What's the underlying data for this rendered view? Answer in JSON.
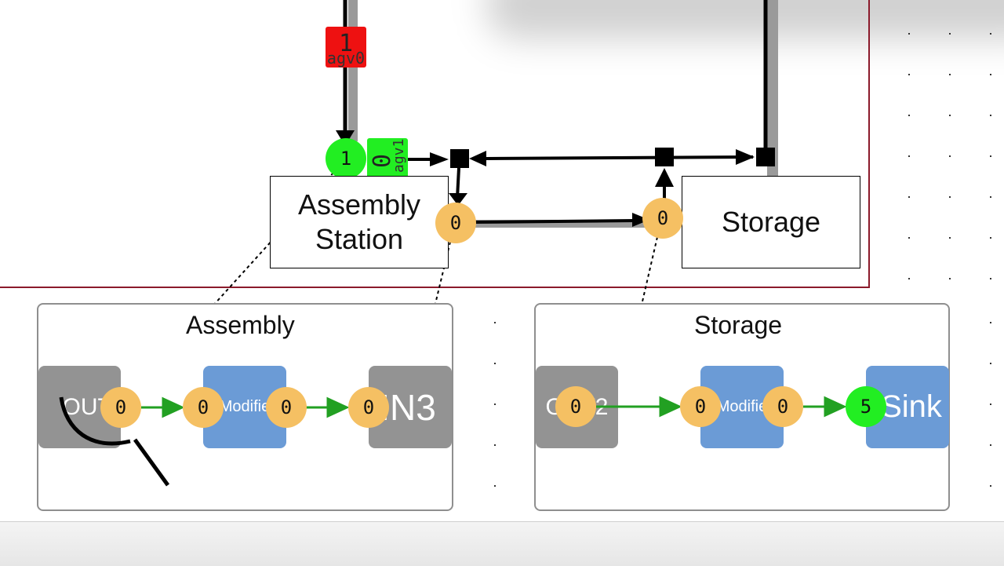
{
  "colors": {
    "region_border": "#8b1a2b",
    "token_orange": "#f5c063",
    "token_green": "#22ee22",
    "agv_red": "#ee1111",
    "agv_green": "#22ee22",
    "node_gray": "#939393",
    "node_blue": "#6b9bd6",
    "flow_arrow": "#22a022"
  },
  "top_area": {
    "agv_red": {
      "count": "1",
      "name": "agv0"
    },
    "agv_green": {
      "count": "0",
      "name": "agv1"
    },
    "station_token": "1",
    "assembly_station": {
      "line1": "Assembly",
      "line2": "Station",
      "token": "0"
    },
    "storage_station": {
      "label": "Storage",
      "token": "0"
    }
  },
  "assembly_panel": {
    "title": "Assembly",
    "in_node": {
      "label": "OUT1",
      "token": "0"
    },
    "modifier_node": {
      "label": "Modifie",
      "token_in": "0",
      "token_out": "0"
    },
    "out_node": {
      "label": "IN3",
      "token": "0"
    }
  },
  "storage_panel": {
    "title": "Storage",
    "in_node": {
      "label": "OUT2",
      "token": "0"
    },
    "modifier_node": {
      "label": "Modifie",
      "token_in": "0",
      "token_out": "0"
    },
    "sink_node": {
      "label": "Sink",
      "token": "5"
    }
  }
}
